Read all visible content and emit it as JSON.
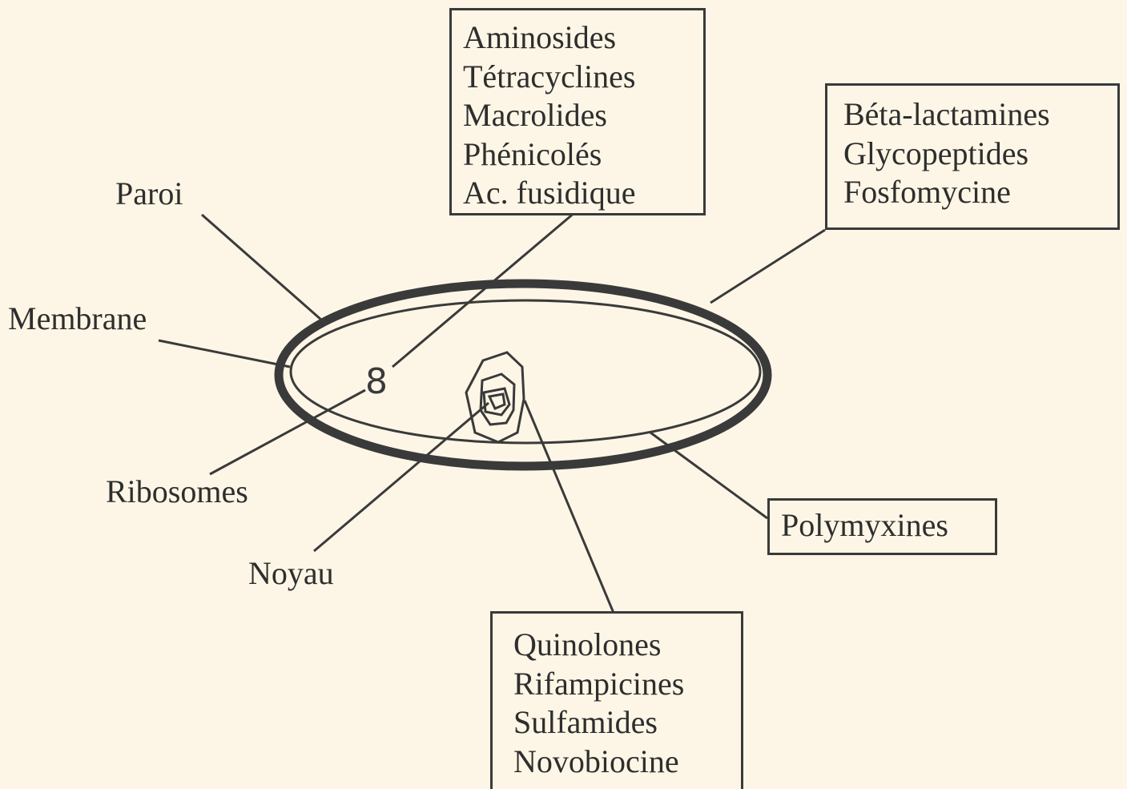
{
  "labels": {
    "paroi": "Paroi",
    "membrane": "Membrane",
    "ribosomes": "Ribosomes",
    "noyau": "Noyau"
  },
  "boxes": {
    "ribosome_targets": [
      "Aminosides",
      "Tétracyclines",
      "Macrolides",
      "Phénicolés",
      "Ac. fusidique"
    ],
    "wall_targets": [
      "Béta-lactamines",
      "Glycopeptides",
      "Fosfomycine"
    ],
    "membrane_targets": [
      "Polymyxines"
    ],
    "nucleus_targets": [
      "Quinolones",
      "Rifampicines",
      "Sulfamides",
      "Novobiocine"
    ]
  },
  "ribosome_glyph": "8"
}
